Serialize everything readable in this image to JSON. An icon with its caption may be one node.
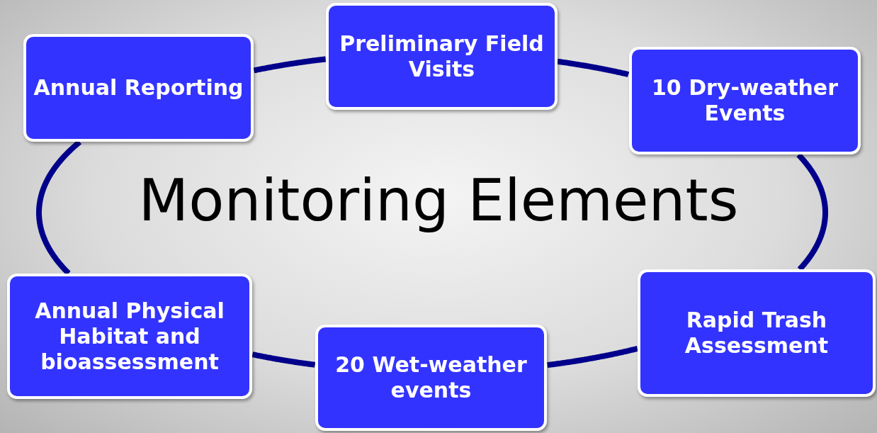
{
  "diagram": {
    "title": "Monitoring Elements",
    "nodes": [
      {
        "text": [
          "Annual Reporting"
        ]
      },
      {
        "text": [
          "Preliminary Field Visits"
        ]
      },
      {
        "text": [
          "10 Dry-weather Events"
        ]
      },
      {
        "text": [
          "Rapid Trash Assessment"
        ]
      },
      {
        "text": [
          "20 Wet-weather events"
        ]
      },
      {
        "text": [
          "Annual Physical Habitat and bioassessment"
        ]
      }
    ],
    "edges": [
      {
        "from": 0,
        "to": 1,
        "arrow": "none"
      },
      {
        "from": 1,
        "to": 2,
        "arrow": "none"
      },
      {
        "from": 2,
        "to": 3,
        "arrow": "none"
      },
      {
        "from": 3,
        "to": 4,
        "arrow": "none"
      },
      {
        "from": 4,
        "to": 5,
        "arrow": "none"
      },
      {
        "from": 5,
        "to": 0,
        "arrow": "none"
      }
    ]
  }
}
